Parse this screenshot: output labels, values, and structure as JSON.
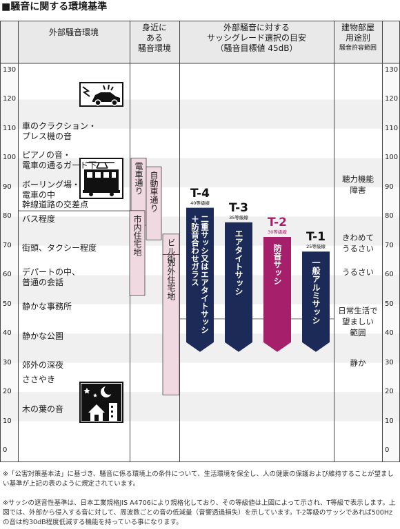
{
  "title": "■騒音に関する環境基準",
  "headers": {
    "env": "外部騒音環境",
    "near": [
      "身近に",
      "ある",
      "騒音環境"
    ],
    "sash": [
      "外部騒音に対する",
      "サッシグレード選択の目安",
      "（騒音目標値 45dB）"
    ],
    "use": [
      "建物部屋",
      "用途別",
      "騒音許容範囲"
    ]
  },
  "chart_data": {
    "type": "bar",
    "title": "騒音に関する環境基準",
    "ylabel": "",
    "ylim": [
      0,
      130
    ],
    "yticks": [
      "0",
      "10",
      "20",
      "30",
      "40",
      "50",
      "60",
      "70",
      "80",
      "90",
      "100",
      "110",
      "120",
      "130"
    ],
    "noise_levels": [
      {
        "label": [
          "車のクラクション・",
          "プレス機の音"
        ],
        "db": 110
      },
      {
        "label": [
          "ピアノの音・",
          "電車の通るガード下"
        ],
        "db": 100
      },
      {
        "label": [
          "ボーリング場・",
          "電車の中"
        ],
        "db": 90
      },
      {
        "label": [
          "幹線道路の交差点"
        ],
        "db": 85
      },
      {
        "label": [
          "バス程度"
        ],
        "db": 80
      },
      {
        "label": [
          "街頭、タクシー程度"
        ],
        "db": 70
      },
      {
        "label": [
          "デパートの中、",
          "普通の会話"
        ],
        "db": 60
      },
      {
        "label": [
          "静かな事務所"
        ],
        "db": 50
      },
      {
        "label": [
          "静かな公園"
        ],
        "db": 40
      },
      {
        "label": [
          "郊外の深夜"
        ],
        "db": 30
      },
      {
        "label": [
          "ささやき"
        ],
        "db": 25
      },
      {
        "label": [
          "木の葉の音"
        ],
        "db": 15
      }
    ],
    "nearby": [
      {
        "label": "電車通り",
        "range": [
          77,
          100
        ]
      },
      {
        "label": "自動車通り",
        "range": [
          72,
          97
        ]
      },
      {
        "label": "ビル街",
        "range": [
          67,
          74
        ]
      },
      {
        "label": "市内住宅地",
        "range": [
          53,
          82
        ]
      },
      {
        "label": "郊外住宅地",
        "range": [
          19,
          67
        ]
      }
    ],
    "sash_grades": [
      {
        "grade": "T-4",
        "sub": "40等級線",
        "desc": "二重サッシ又はエアタイトサッシ＋防音合わせガラス",
        "top": 83,
        "color": "#1c2a57"
      },
      {
        "grade": "T-3",
        "sub": "35等級線",
        "desc": "エアタイトサッシ",
        "top": 78,
        "color": "#1c2a57"
      },
      {
        "grade": "T-2",
        "sub": "30等級線",
        "desc": "防音サッシ",
        "top": 73,
        "color": "#a51f6b"
      },
      {
        "grade": "T-1",
        "sub": "25等級線",
        "desc": "一般アルミサッシ",
        "top": 68,
        "color": "#1c2a57"
      }
    ],
    "target_db": 45,
    "sash_bottom_db": 37,
    "use_levels": [
      {
        "label": [
          "聴力機能",
          "障害"
        ],
        "db": 91
      },
      {
        "label": [
          "きわめて",
          "うるさい"
        ],
        "db": 71
      },
      {
        "label": [
          "うるさい"
        ],
        "db": 61
      },
      {
        "label": [
          "日常生活で",
          "望ましい",
          "範囲"
        ],
        "db": 44
      },
      {
        "label": [
          "静か"
        ],
        "db": 30
      }
    ]
  },
  "notes": [
    "※「公害対策基本法」に基づき、騒音に係る環境上の条件について、生活環境を保全し、人の健康の保護および維持することが望ましい基準が上記の表のように規定されています。",
    "※サッシの遮音性基準は、日本工業規格JIS A4706により規格化しており、その等級値は上図によって示され、T等級で表示します。上図では、外部から侵入する音に対して、周波数ごとの音の低減量（音響透過損失）を示しています。T-2等級のサッシであれば500Hzの音は約30dB程度低減する機能を持っている事になります。"
  ]
}
